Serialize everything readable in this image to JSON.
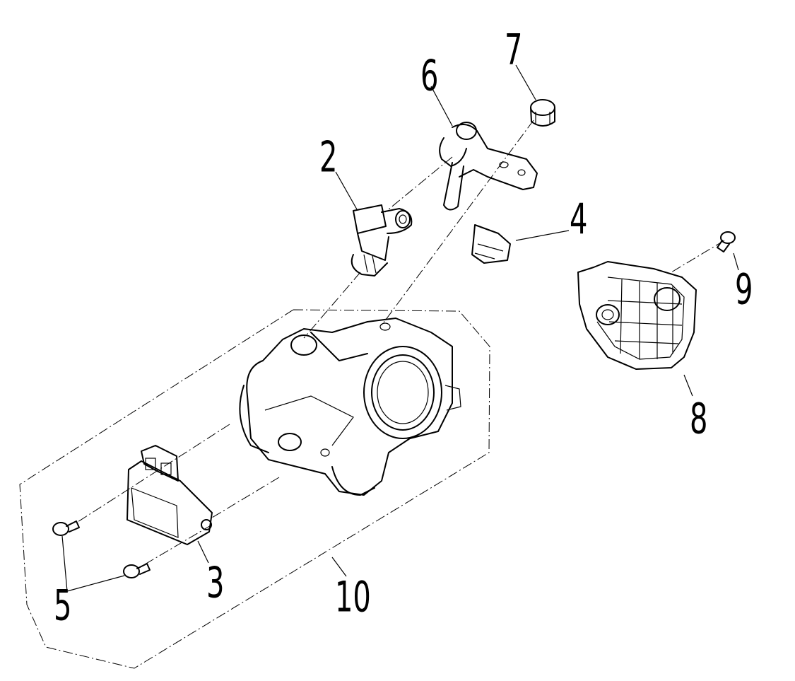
{
  "callouts": {
    "c2": "2",
    "c3": "3",
    "c4": "4",
    "c5": "5",
    "c6": "6",
    "c7": "7",
    "c8": "8",
    "c9": "9",
    "c10": "10"
  },
  "colors": {
    "line": "#000000",
    "background": "#ffffff"
  }
}
